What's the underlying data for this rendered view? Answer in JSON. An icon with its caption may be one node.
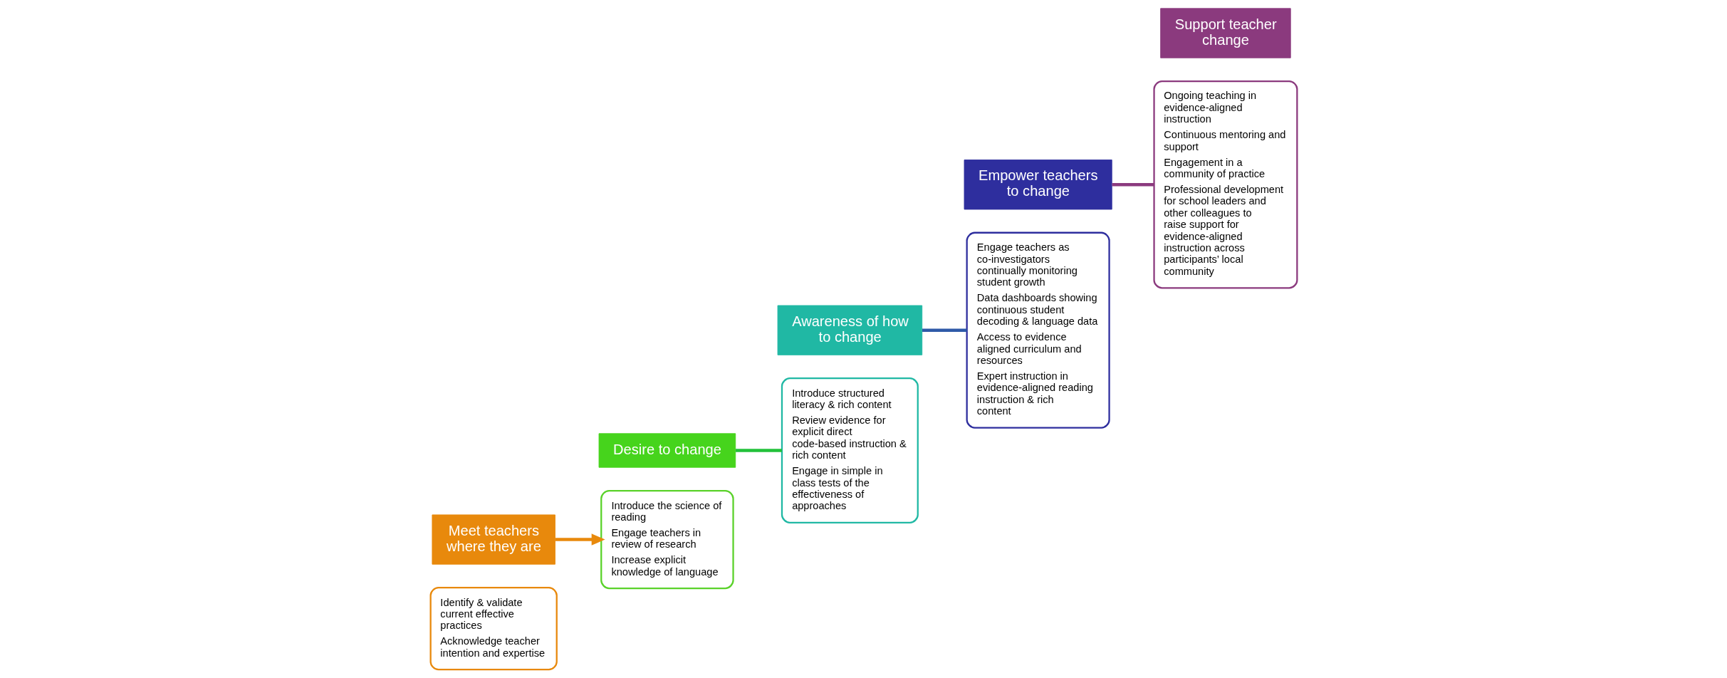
{
  "diagram": {
    "nodes": [
      {
        "text": [
          "Identify & validate current effective practices",
          "Acknowledge teacher intention and expertise"
        ]
      },
      {
        "text": [
          "Meet teachers where they are"
        ]
      },
      {
        "text": [
          "Desire to change"
        ]
      },
      {
        "text": [
          "Introduce the science of reading",
          "Engage teachers in review of research",
          "Increase explicit knowledge of language"
        ]
      },
      {
        "text": [
          "Introduce structured literacy & rich content",
          "Review evidence for explicit direct code-based instruction & rich content",
          "Engage in simple in class tests of the effectiveness of approaches"
        ]
      },
      {
        "text": [
          "Awareness of how to change"
        ]
      },
      {
        "text": [
          "Empower teachers to change"
        ]
      },
      {
        "text": [
          "Engage teachers as co-investigators continually monitoring student growth",
          "Data dashboards showing continuous student  decoding & language data",
          "Access to evidence aligned curriculum and resources",
          "Expert instruction in evidence-aligned reading instruction & rich content"
        ]
      },
      {
        "text": [
          "Ongoing teaching in evidence-aligned instruction",
          "Continuous mentoring and support",
          "Engagement in a community of practice",
          "Professional development for school leaders and other colleagues to raise support for evidence-aligned instruction across participants’ local community"
        ]
      },
      {
        "text": [
          "Support teacher change"
        ]
      }
    ],
    "edges": [
      {
        "from": 1,
        "to": 3,
        "arrow": "to",
        "color": "#e8890c"
      },
      {
        "from": 2,
        "to": 4,
        "arrow": "none",
        "color": "#22c13a"
      },
      {
        "from": 5,
        "to": 7,
        "arrow": "none",
        "color": "#2f5aa8"
      },
      {
        "from": 6,
        "to": 8,
        "arrow": "none",
        "color": "#8b3a7e"
      }
    ]
  }
}
